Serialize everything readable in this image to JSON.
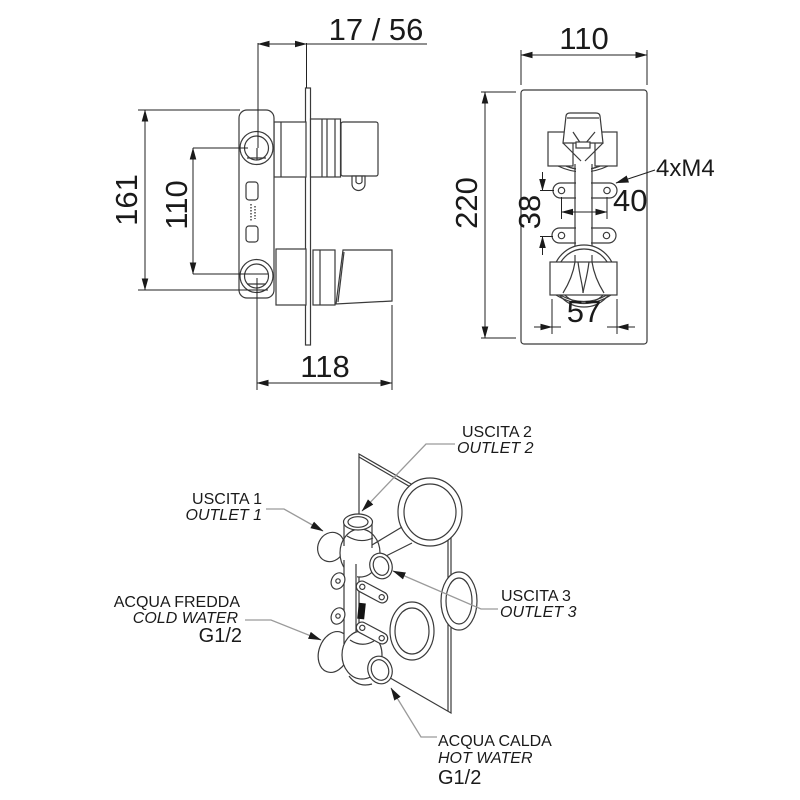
{
  "drawing": {
    "side_view": {
      "dim_depth": "17 / 56",
      "dim_height": "161",
      "dim_port_spacing": "110",
      "dim_width": "118"
    },
    "front_view": {
      "dim_width": "110",
      "dim_height": "220",
      "dim_tab_gap": "38",
      "dim_screw_gap": "40",
      "dim_handle": "57",
      "screw_note": "4xM4"
    },
    "labels": {
      "outlet2": {
        "it": "USCITA 2",
        "en": "OUTLET 2"
      },
      "outlet1": {
        "it": "USCITA 1",
        "en": "OUTLET 1"
      },
      "cold": {
        "it": "ACQUA FREDDA",
        "en": "COLD WATER",
        "size": "G1/2"
      },
      "outlet3": {
        "it": "USCITA 3",
        "en": "OUTLET 3"
      },
      "hot": {
        "it": "ACQUA CALDA",
        "en": "HOT WATER",
        "size": "G1/2"
      }
    }
  },
  "colors": {
    "line": "#3a3a3a",
    "dim": "#222222",
    "leader": "#9a9a9a",
    "text": "#1a1a1a",
    "bg": "#ffffff"
  }
}
